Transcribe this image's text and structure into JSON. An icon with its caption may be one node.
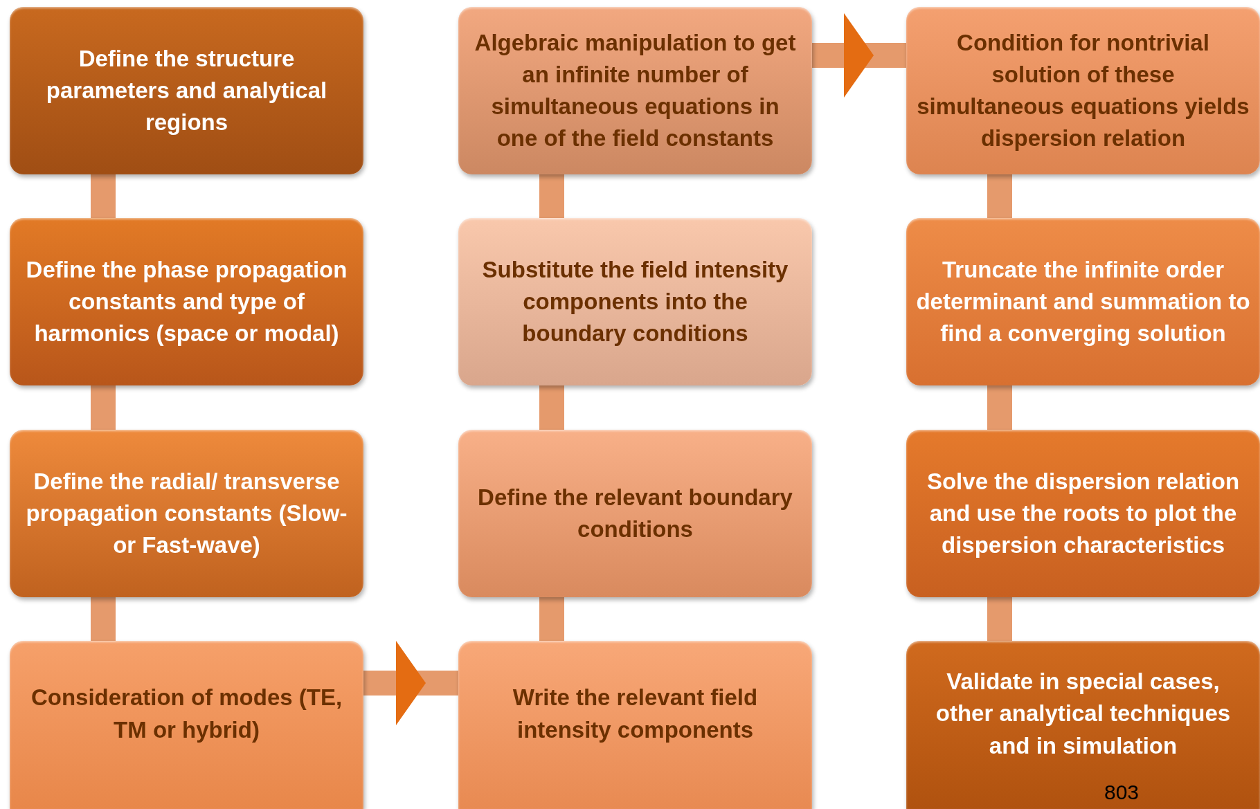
{
  "diagram": {
    "nodes": [
      {
        "text": [
          "Define the structure parameters and analytical regions"
        ]
      },
      {
        "text": [
          "Define the phase propagation constants and type of harmonics (space or modal)"
        ]
      },
      {
        "text": [
          "Define the radial/ transverse propagation constants (Slow- or Fast-wave)"
        ]
      },
      {
        "text": [
          "Consideration of modes (TE, TM or hybrid)"
        ]
      },
      {
        "text": [
          "Write the relevant field intensity components"
        ]
      },
      {
        "text": [
          "Define the relevant boundary conditions"
        ]
      },
      {
        "text": [
          "Substitute the field intensity components into the boundary conditions"
        ]
      },
      {
        "text": [
          "Algebraic manipulation to get an infinite number of simultaneous equations in one of the field constants"
        ]
      },
      {
        "text": [
          "Condition for nontrivial solution of these simultaneous equations yields dispersion relation"
        ]
      },
      {
        "text": [
          "Truncate the infinite order determinant and summation to find a converging solution"
        ]
      },
      {
        "text": [
          "Solve the dispersion relation and use the roots to plot the dispersion characteristics"
        ]
      },
      {
        "text": [
          "Validate in special cases, other analytical techniques and in simulation"
        ]
      }
    ],
    "edges": [
      {
        "from": 0,
        "to": 1,
        "arrow": "none"
      },
      {
        "from": 1,
        "to": 2,
        "arrow": "none"
      },
      {
        "from": 2,
        "to": 3,
        "arrow": "none"
      },
      {
        "from": 3,
        "to": 4,
        "arrow": "to"
      },
      {
        "from": 4,
        "to": 5,
        "arrow": "none"
      },
      {
        "from": 5,
        "to": 6,
        "arrow": "none"
      },
      {
        "from": 6,
        "to": 7,
        "arrow": "none"
      },
      {
        "from": 7,
        "to": 8,
        "arrow": "to"
      },
      {
        "from": 8,
        "to": 9,
        "arrow": "none"
      },
      {
        "from": 9,
        "to": 10,
        "arrow": "none"
      },
      {
        "from": 10,
        "to": 11,
        "arrow": "none"
      }
    ],
    "labels": [
      "803"
    ]
  }
}
